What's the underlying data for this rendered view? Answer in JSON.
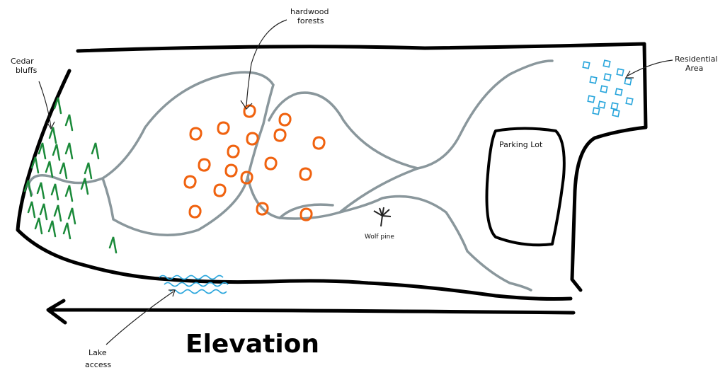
{
  "map": {
    "labels": {
      "hardwood": [
        "hardwood",
        "forests"
      ],
      "cedar": [
        "Cedar",
        "bluffs"
      ],
      "residential": [
        "Residential",
        "Area"
      ],
      "parking": "Parking Lot",
      "wolf_pine": "Wolf pine",
      "lake": [
        "Lake",
        "access"
      ],
      "elevation": "Elevation"
    },
    "colors": {
      "boundary": "#000000",
      "trails": "#8a979c",
      "hardwood": "#f0620f",
      "cedar": "#1b8a3a",
      "water_residential": "#2aa6dc"
    }
  }
}
